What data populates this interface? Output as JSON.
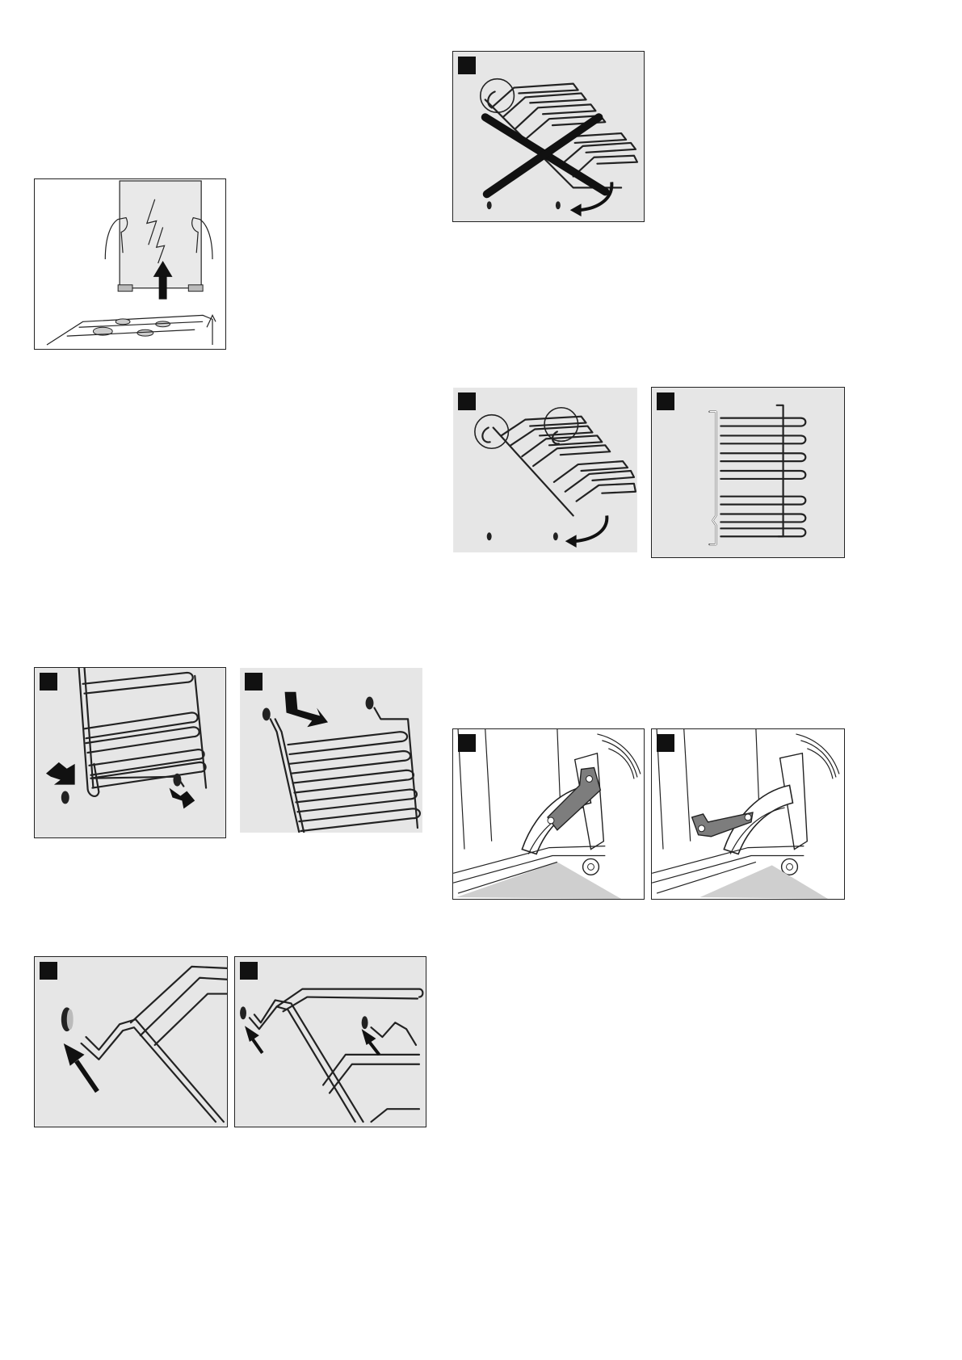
{
  "theme": {
    "panel_bg": "#e6e6e6",
    "frame": "#222222",
    "badge": "#111111",
    "highlight": "#7d7d7d"
  },
  "figures": [
    {
      "id": "glass-cover",
      "badge": ""
    },
    {
      "id": "rack-wrong",
      "badge": ""
    },
    {
      "id": "rack-tilt",
      "badge": ""
    },
    {
      "id": "rack-front",
      "badge": ""
    },
    {
      "id": "rail-remove",
      "badge": ""
    },
    {
      "id": "rail-hook",
      "badge": ""
    },
    {
      "id": "hook-detail-single",
      "badge": ""
    },
    {
      "id": "hook-detail-double",
      "badge": ""
    },
    {
      "id": "hinge-closed",
      "badge": ""
    },
    {
      "id": "hinge-open",
      "badge": ""
    }
  ],
  "icons": {
    "arrow": "arrow-icon",
    "cross": "cross-mark-icon",
    "circle": "detail-circle-icon"
  }
}
